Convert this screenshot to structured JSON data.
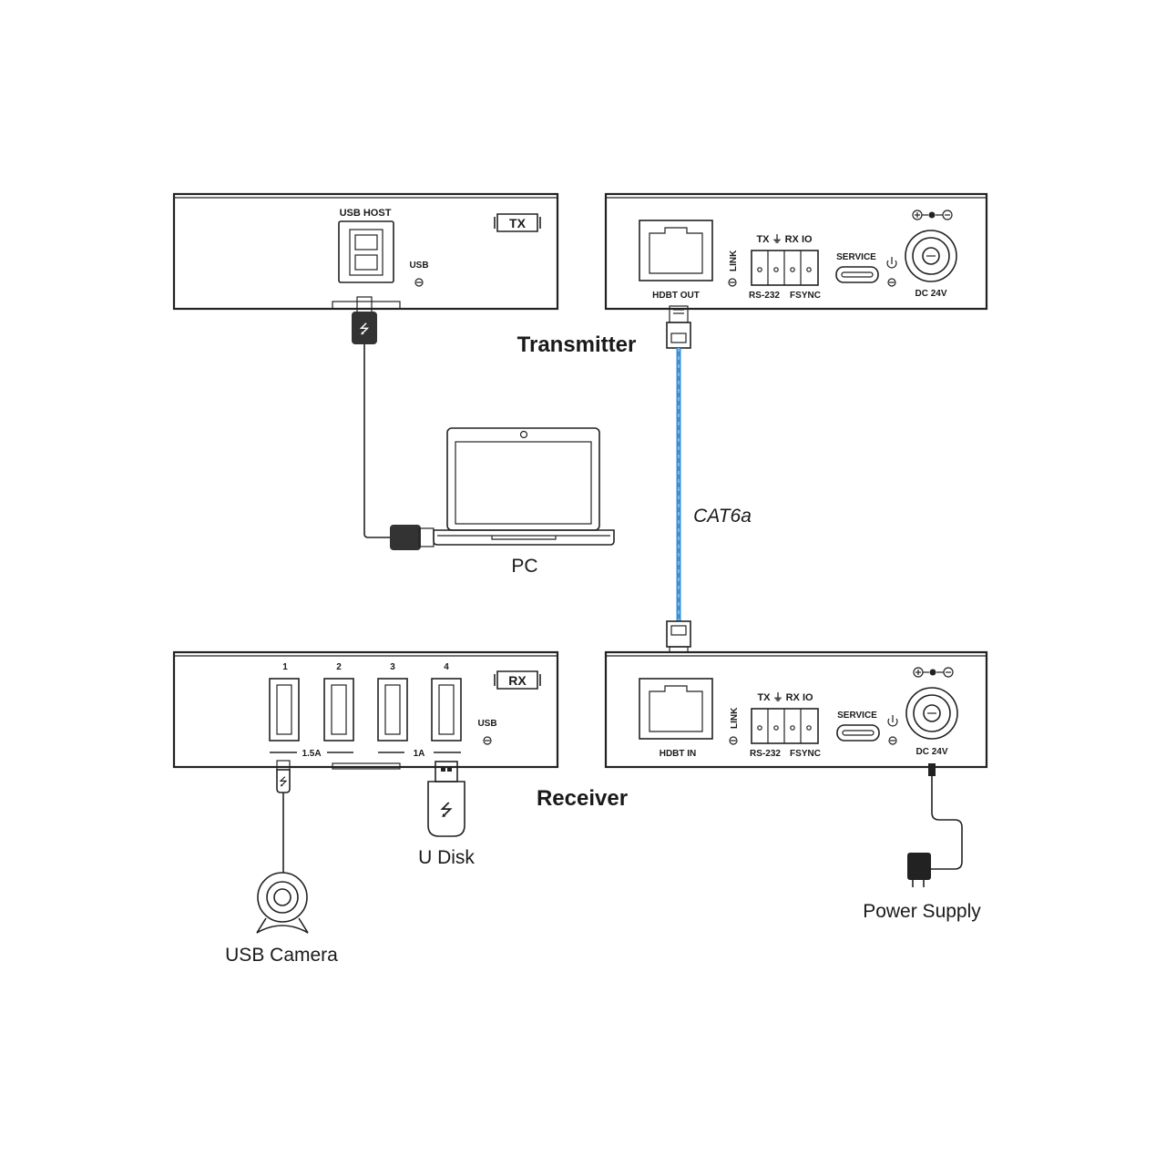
{
  "tx_host": {
    "usb_host_label": "USB HOST",
    "usb_label": "USB",
    "badge": "TX"
  },
  "tx_hdbt": {
    "hdbt_label": "HDBT OUT",
    "link_label": "LINK",
    "serial_top": "TX ⏚ RX IO",
    "rs232_label": "RS-232",
    "fsync_label": "FSYNC",
    "service_label": "SERVICE",
    "dc_label": "DC 24V"
  },
  "rx_usb": {
    "badge": "RX",
    "usb_label": "USB",
    "port_numbers": [
      "1",
      "2",
      "3",
      "4"
    ],
    "current_left": "1.5A",
    "current_right": "1A"
  },
  "rx_hdbt": {
    "hdbt_label": "HDBT IN",
    "link_label": "LINK",
    "serial_top": "TX ⏚ RX IO",
    "rs232_label": "RS-232",
    "fsync_label": "FSYNC",
    "service_label": "SERVICE",
    "dc_label": "DC 24V"
  },
  "labels": {
    "transmitter": "Transmitter",
    "receiver": "Receiver",
    "cable": "CAT6a",
    "pc": "PC",
    "u_disk": "U Disk",
    "usb_camera": "USB Camera",
    "power_supply": "Power Supply"
  },
  "colors": {
    "cat6a_cable": "#3a8fd6",
    "outline": "#222222"
  }
}
